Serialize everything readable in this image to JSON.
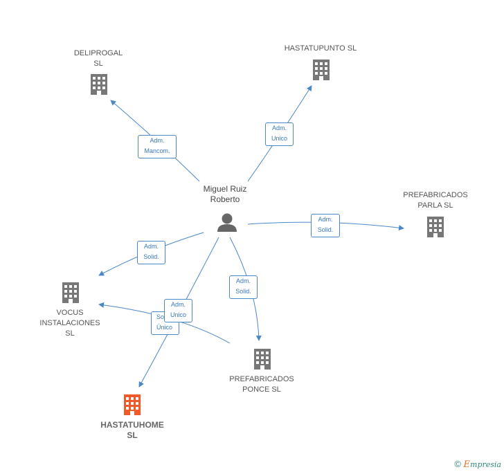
{
  "person": {
    "label": "Miguel Ruiz\nRoberto"
  },
  "companies": [
    {
      "id": "deliprogal",
      "label": "DELIPROGAL\nSL"
    },
    {
      "id": "hastatupunto",
      "label": "HASTATUPUNTO SL"
    },
    {
      "id": "prefabricados-parla",
      "label": "PREFABRICADOS\nPARLA SL"
    },
    {
      "id": "vocus",
      "label": "VOCUS\nINSTALACIONES\nSL"
    },
    {
      "id": "prefabricados-ponce",
      "label": "PREFABRICADOS\nPONCE SL"
    },
    {
      "id": "hastatuhome",
      "label": "HASTATUHOME\nSL"
    }
  ],
  "edges": [
    {
      "id": "e-deliprogal",
      "label": "Adm.\nMancom."
    },
    {
      "id": "e-hastatupunto",
      "label": "Adm.\nUnico"
    },
    {
      "id": "e-parla",
      "label": "Adm.\nSolid."
    },
    {
      "id": "e-vocus",
      "label": "Adm.\nSolid."
    },
    {
      "id": "e-ponce",
      "label": "Adm.\nSolid."
    },
    {
      "id": "e-ponce-vocus",
      "label": "Socio\nÚnico"
    },
    {
      "id": "e-hastatuhome",
      "label": "Adm.\nUnico"
    }
  ],
  "colors": {
    "edge": "#4a87c8",
    "building": "#777777",
    "focus_building": "#f05a28",
    "person": "#666666"
  },
  "branding": {
    "copyright": "©",
    "name_initial": "E",
    "name_rest": "mpresia"
  }
}
